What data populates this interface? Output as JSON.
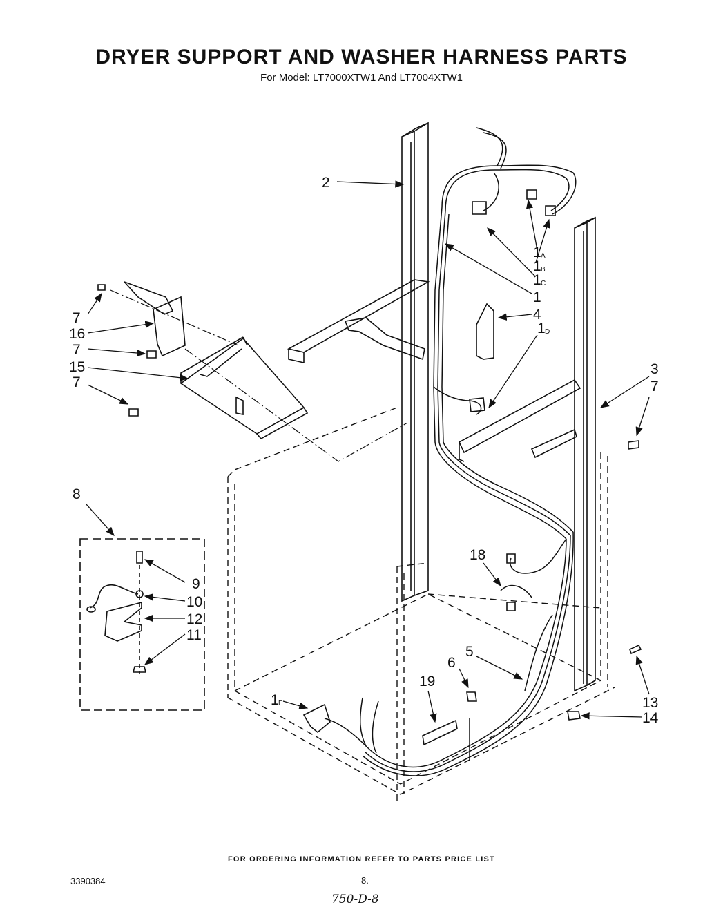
{
  "header": {
    "title": "DRYER SUPPORT AND WASHER HARNESS PARTS",
    "subtitle": "For Model: LT7000XTW1 And LT7004XTW1"
  },
  "callouts": {
    "c2": "2",
    "c1a": "1",
    "c1a_sub": "A",
    "c1b": "1",
    "c1b_sub": "B",
    "c1c": "1",
    "c1c_sub": "C",
    "c1": "1",
    "c4": "4",
    "c1d": "1",
    "c1d_sub": "D",
    "c3": "3",
    "c7_right": "7",
    "c7_top": "7",
    "c16": "16",
    "c7_mid": "7",
    "c15": "15",
    "c7_low": "7",
    "c8": "8",
    "c9": "9",
    "c10": "10",
    "c12": "12",
    "c11": "11",
    "c18": "18",
    "c5": "5",
    "c6": "6",
    "c19": "19",
    "c1e": "1",
    "c1e_sub": "E",
    "c13": "13",
    "c14": "14"
  },
  "footer": {
    "ordering_note": "FOR ORDERING INFORMATION REFER TO PARTS PRICE LIST",
    "doc_number": "3390384",
    "page_number": "8.",
    "handwritten": "750-D-8"
  }
}
